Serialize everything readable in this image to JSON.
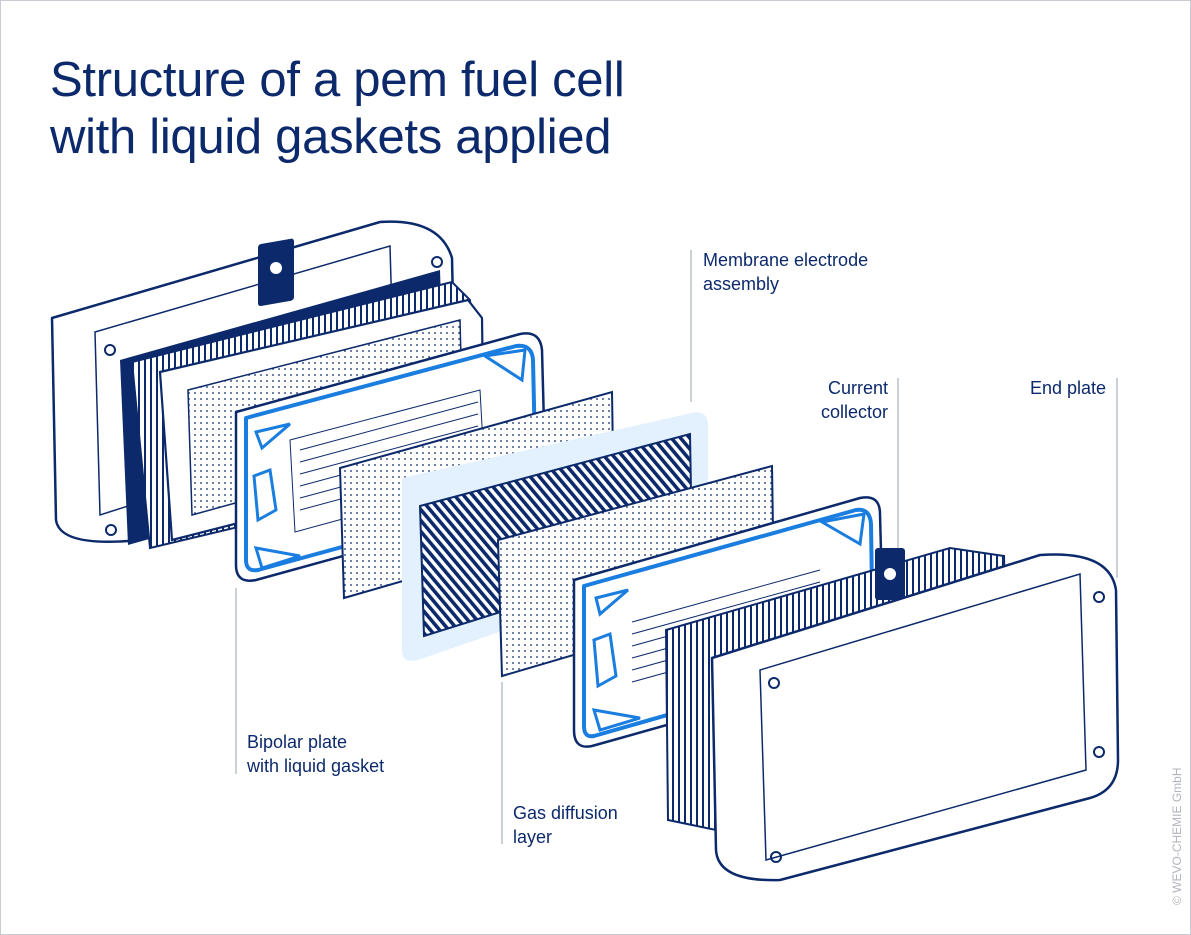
{
  "title": {
    "line1": "Structure of a pem fuel cell",
    "line2": "with liquid gaskets applied"
  },
  "labels": {
    "mea": {
      "line1": "Membrane electrode",
      "line2": "assembly"
    },
    "current_collector": {
      "line1": "Current",
      "line2": "collector"
    },
    "end_plate": {
      "line1": "End plate"
    },
    "bipolar_plate": {
      "line1": "Bipolar plate",
      "line2": "with liquid gasket"
    },
    "gas_diffusion": {
      "line1": "Gas diffusion",
      "line2": "layer"
    }
  },
  "copyright": "© WEVO-CHEMIE GmbH",
  "colors": {
    "navy": "#0c2a6b",
    "gasket_blue": "#1a7de0",
    "mea_glow": "#e3f0fd",
    "label_line": "#9aa3ad"
  }
}
